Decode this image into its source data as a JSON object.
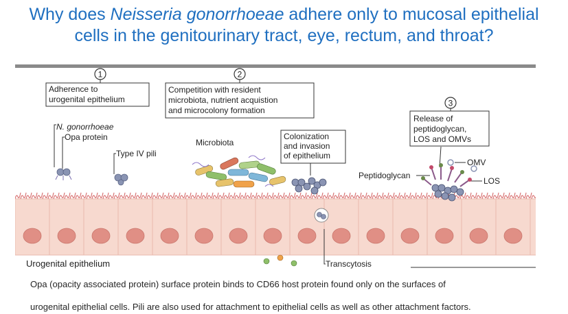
{
  "title": {
    "line1_pre": "Why does ",
    "line1_italic": "Neisseria gonorrhoeae",
    "line1_post": " adhere only to mucosal epithelial",
    "line2": "cells in the genitourinary tract, eye, rectum, and throat?"
  },
  "figure": {
    "steps": [
      {
        "num": "1",
        "lines": [
          "Adherence to",
          "urogenital epithelium"
        ]
      },
      {
        "num": "2",
        "lines": [
          "Competition with resident",
          "microbiota, nutrient acquistion",
          "and microcolony formation"
        ]
      },
      {
        "num": "3",
        "lines": [
          "Release of",
          "peptidoglycan,",
          "LOS and OMVs"
        ]
      }
    ],
    "colonization_box": [
      "Colonization",
      "and invasion",
      "of epithelium"
    ],
    "labels": {
      "organism": "N. gonorrhoeae",
      "opa": "Opa protein",
      "pili": "Type IV pili",
      "microbiota": "Microbiota",
      "peptidoglycan": "Peptidoglycan",
      "omv": "OMV",
      "los": "LOS",
      "epithelium": "Urogenital epithelium",
      "transcytosis": "Transcytosis"
    },
    "colors": {
      "cell_fill": "#f7d9cf",
      "nucleus": "#e08f85",
      "bacterium": "#8a94b3",
      "mucus_line": "#d97575",
      "title_blue": "#1f6fc0"
    }
  },
  "caption": {
    "line1": "Opa (opacity associated protein)  surface protein binds to CD66 host protein found only on the surfaces of",
    "line2": "urogenital epithelial cells. Pili are also used for attachment to epithelial cells as well as other attachment factors."
  }
}
